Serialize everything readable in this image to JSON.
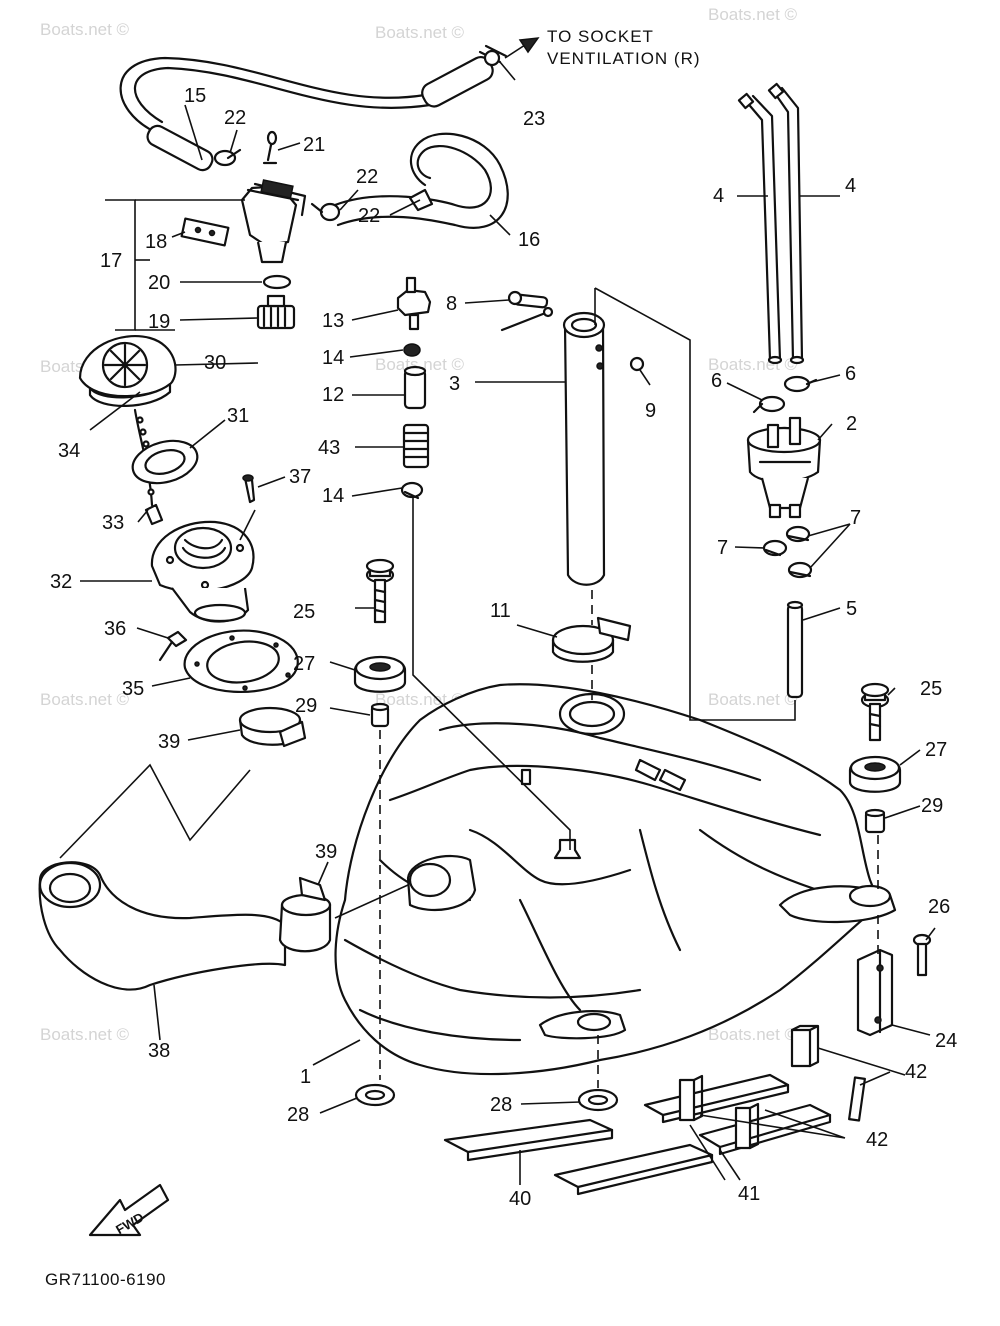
{
  "watermark": "Boats.net ©",
  "note": {
    "line1": "TO SOCKET",
    "line2": "VENTILATION (R)"
  },
  "fwd_label": "FWD",
  "diagram_code": "GR71100-6190",
  "callouts": {
    "c1": "1",
    "c2": "2",
    "c3": "3",
    "c4a": "4",
    "c4b": "4",
    "c5": "5",
    "c6a": "6",
    "c6b": "6",
    "c7a": "7",
    "c7b": "7",
    "c8": "8",
    "c9": "9",
    "c11": "11",
    "c12": "12",
    "c13": "13",
    "c14a": "14",
    "c14b": "14",
    "c15": "15",
    "c16": "16",
    "c17": "17",
    "c18": "18",
    "c19": "19",
    "c20": "20",
    "c21": "21",
    "c22a": "22",
    "c22b": "22",
    "c22c": "22",
    "c23": "23",
    "c24": "24",
    "c25a": "25",
    "c25b": "25",
    "c26": "26",
    "c27a": "27",
    "c27b": "27",
    "c28a": "28",
    "c28b": "28",
    "c29a": "29",
    "c29b": "29",
    "c30": "30",
    "c31": "31",
    "c32": "32",
    "c33": "33",
    "c34": "34",
    "c35": "35",
    "c36": "36",
    "c37": "37",
    "c38": "38",
    "c39a": "39",
    "c39b": "39",
    "c40": "40",
    "c41": "41",
    "c42a": "42",
    "c42b": "42",
    "c43": "43"
  }
}
